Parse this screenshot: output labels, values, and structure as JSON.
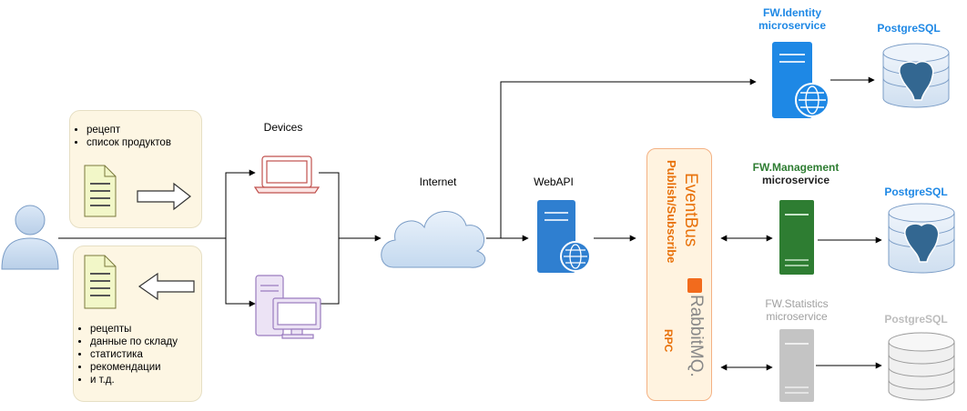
{
  "user_flow": {
    "request_items": [
      "рецепт",
      "список продуктов"
    ],
    "response_items": [
      "рецепты",
      "данные по складу",
      "статистика",
      "рекомендации",
      "и т.д."
    ]
  },
  "labels": {
    "devices": "Devices",
    "internet": "Internet",
    "webapi": "WebAPI",
    "identity": [
      "FW.Identity",
      "microservice"
    ],
    "management": [
      "FW.Management",
      "microservice"
    ],
    "statistics": [
      "FW.Statistics",
      "microservice"
    ],
    "pg_identity": "PostgreSQL",
    "pg_management": "PostgreSQL",
    "pg_statistics": "PostgreSQL"
  },
  "bus": {
    "eventbus": "EventBus",
    "pubsub": "Publish/Subscribe",
    "rabbit": "RabbitMQ.",
    "rpc": "RPC"
  },
  "colors": {
    "identity": "#1e88e5",
    "management": "#2e7d32",
    "statistics": "#b0b0b0",
    "bus_accent": "#e8710a",
    "bus_fill": "#fff3e0",
    "bus_border": "#f4b183",
    "box_fill": "#fdf6e3"
  }
}
